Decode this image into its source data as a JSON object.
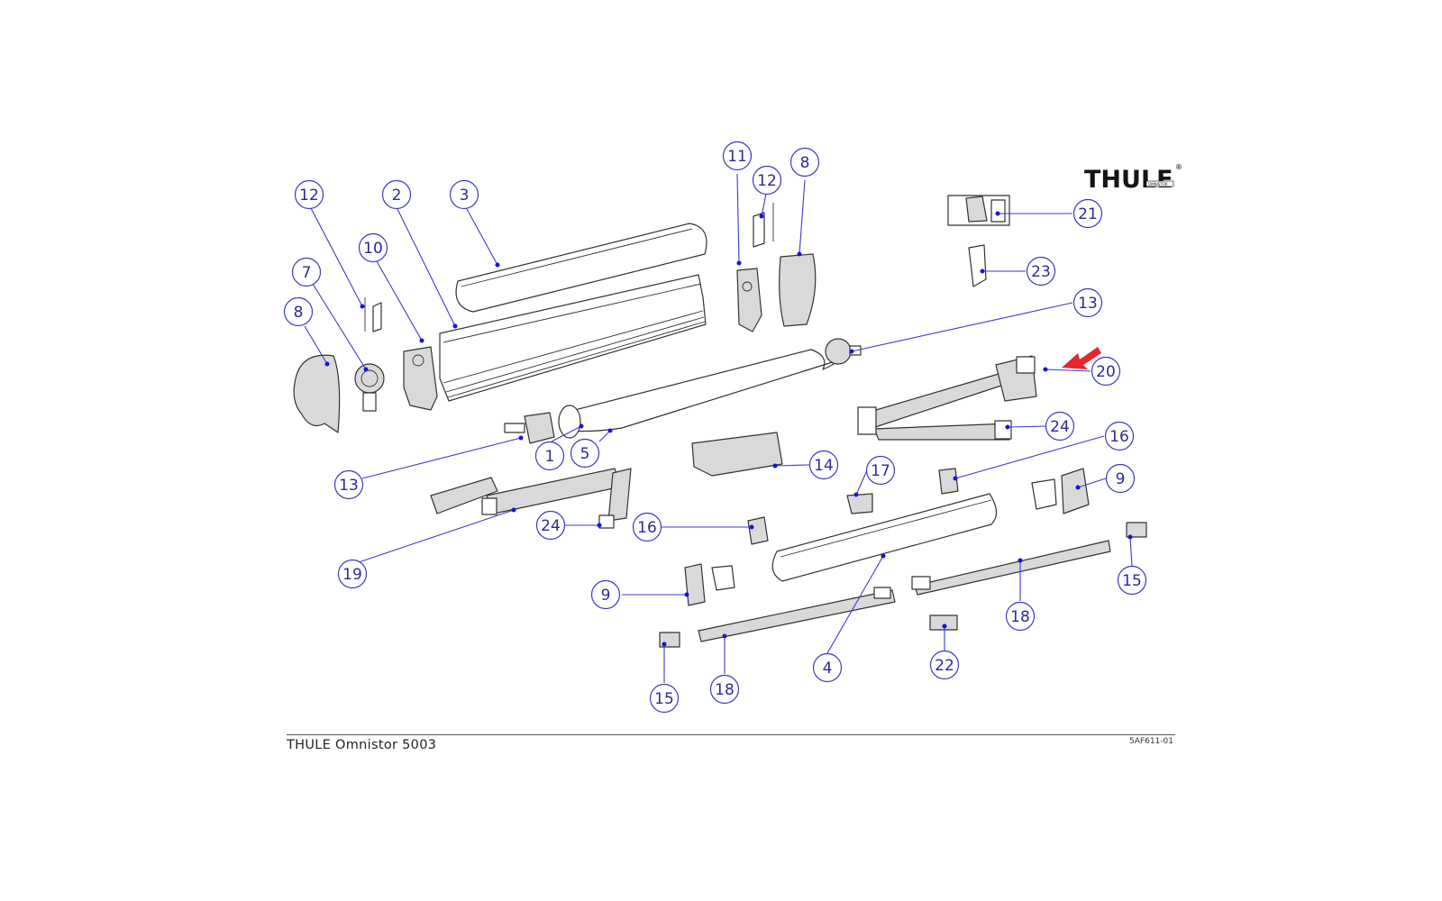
{
  "brand": {
    "name": "THULE",
    "tagline": "OMNISTOR",
    "registered": "®"
  },
  "footer": {
    "title": "THULE Omnistor 5003",
    "code": "5AF611-01"
  },
  "accent_colors": {
    "callout": "#3b3bbf",
    "leader": "#1515d8",
    "highlight_arrow": "#e8262b"
  },
  "callouts": [
    {
      "id": "c12a",
      "label": "12"
    },
    {
      "id": "c2",
      "label": "2"
    },
    {
      "id": "c3",
      "label": "3"
    },
    {
      "id": "c10",
      "label": "10"
    },
    {
      "id": "c7",
      "label": "7"
    },
    {
      "id": "c8a",
      "label": "8"
    },
    {
      "id": "c11",
      "label": "11"
    },
    {
      "id": "c12b",
      "label": "12"
    },
    {
      "id": "c8b",
      "label": "8"
    },
    {
      "id": "c21",
      "label": "21"
    },
    {
      "id": "c23",
      "label": "23"
    },
    {
      "id": "c13b",
      "label": "13"
    },
    {
      "id": "c20",
      "label": "20"
    },
    {
      "id": "c24b",
      "label": "24"
    },
    {
      "id": "c16b",
      "label": "16"
    },
    {
      "id": "c1",
      "label": "1"
    },
    {
      "id": "c5",
      "label": "5"
    },
    {
      "id": "c13a",
      "label": "13"
    },
    {
      "id": "c14",
      "label": "14"
    },
    {
      "id": "c17",
      "label": "17"
    },
    {
      "id": "c9b",
      "label": "9"
    },
    {
      "id": "c24a",
      "label": "24"
    },
    {
      "id": "c16a",
      "label": "16"
    },
    {
      "id": "c19",
      "label": "19"
    },
    {
      "id": "c9a",
      "label": "9"
    },
    {
      "id": "c15b",
      "label": "15"
    },
    {
      "id": "c18b",
      "label": "18"
    },
    {
      "id": "c22",
      "label": "22"
    },
    {
      "id": "c4",
      "label": "4"
    },
    {
      "id": "c18a",
      "label": "18"
    },
    {
      "id": "c15a",
      "label": "15"
    }
  ]
}
